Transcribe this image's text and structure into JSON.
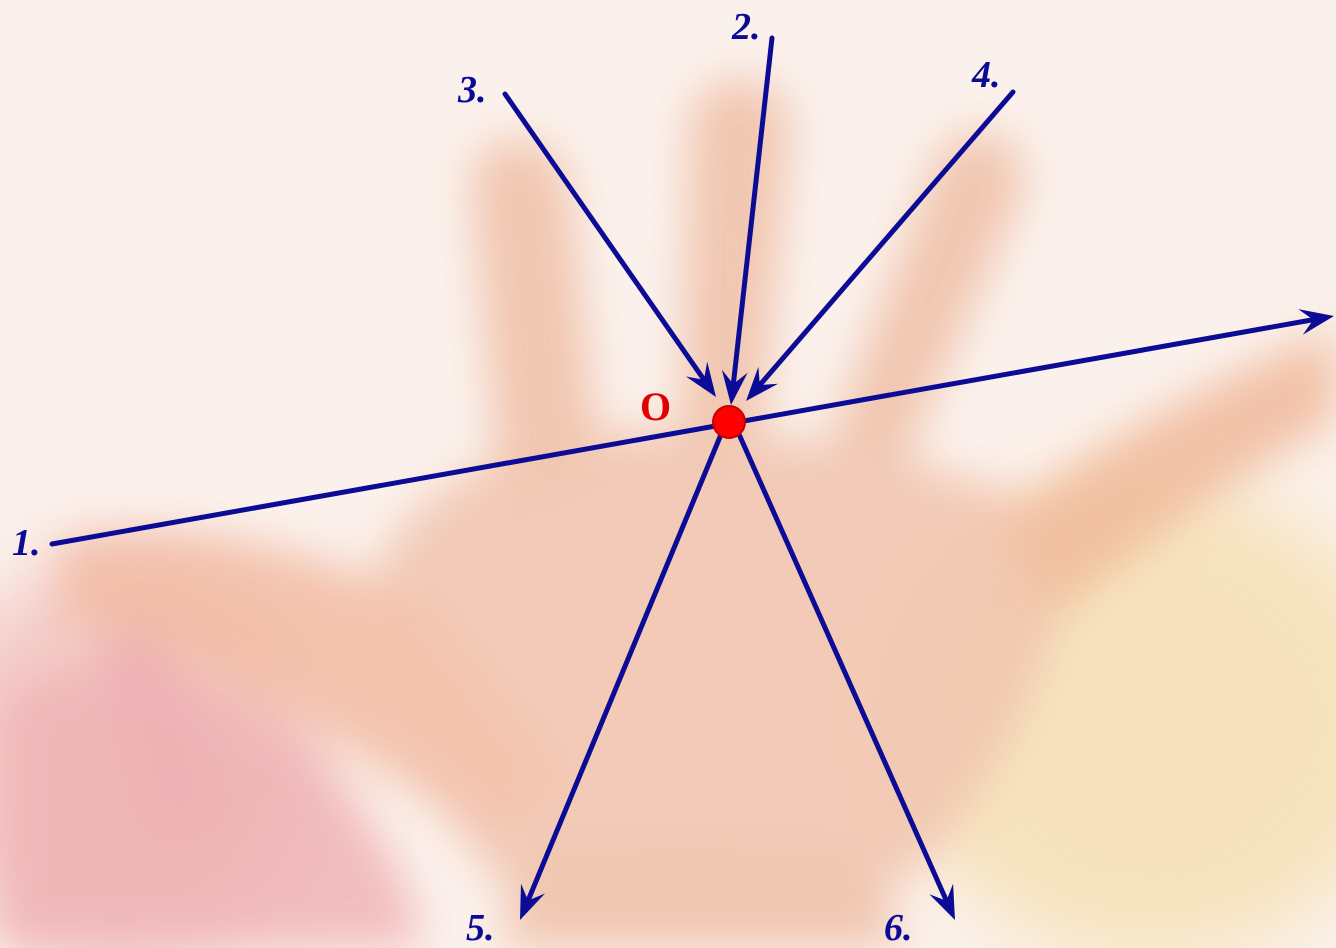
{
  "colors": {
    "ray": "#0b0b96",
    "point": "#ff0000",
    "point_label": "#e00000",
    "background": "#fbf1ec"
  },
  "diagram": {
    "center_point": {
      "label": "O"
    },
    "rays": [
      {
        "id": "ray-1",
        "label": "1.",
        "direction": "outward"
      },
      {
        "id": "ray-2",
        "label": "2.",
        "direction": "inward"
      },
      {
        "id": "ray-3",
        "label": "3.",
        "direction": "inward"
      },
      {
        "id": "ray-4",
        "label": "4.",
        "direction": "inward"
      },
      {
        "id": "ray-5",
        "label": "5.",
        "direction": "outward"
      },
      {
        "id": "ray-6",
        "label": "6.",
        "direction": "outward"
      }
    ]
  }
}
